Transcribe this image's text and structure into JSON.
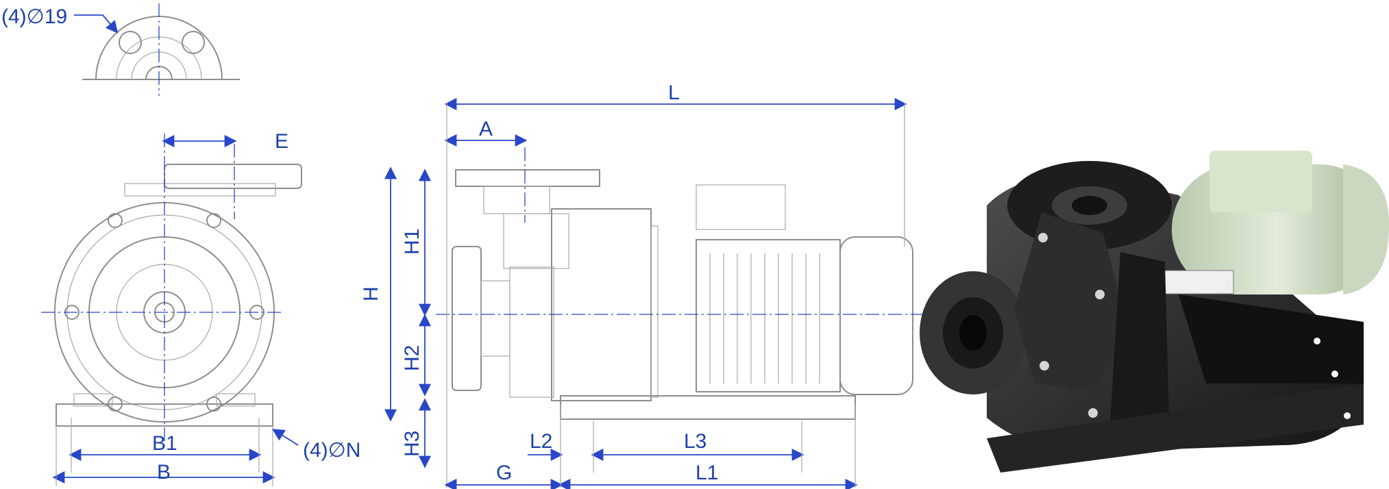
{
  "colors": {
    "dimension": "#2846c8",
    "outline": "#8d8d8d",
    "pump_body": "#2f2f2f",
    "motor": "#d8e4cc",
    "background": "#ffffff"
  },
  "labels": {
    "bolt_holes_top": "(4)∅19",
    "bolt_holes_base": "(4)∅N",
    "E": "E",
    "B1": "B1",
    "B": "B",
    "L": "L",
    "A": "A",
    "H": "H",
    "H1": "H1",
    "H2": "H2",
    "H3": "H3",
    "G": "G",
    "L2": "L2",
    "L3": "L3",
    "L1": "L1"
  }
}
